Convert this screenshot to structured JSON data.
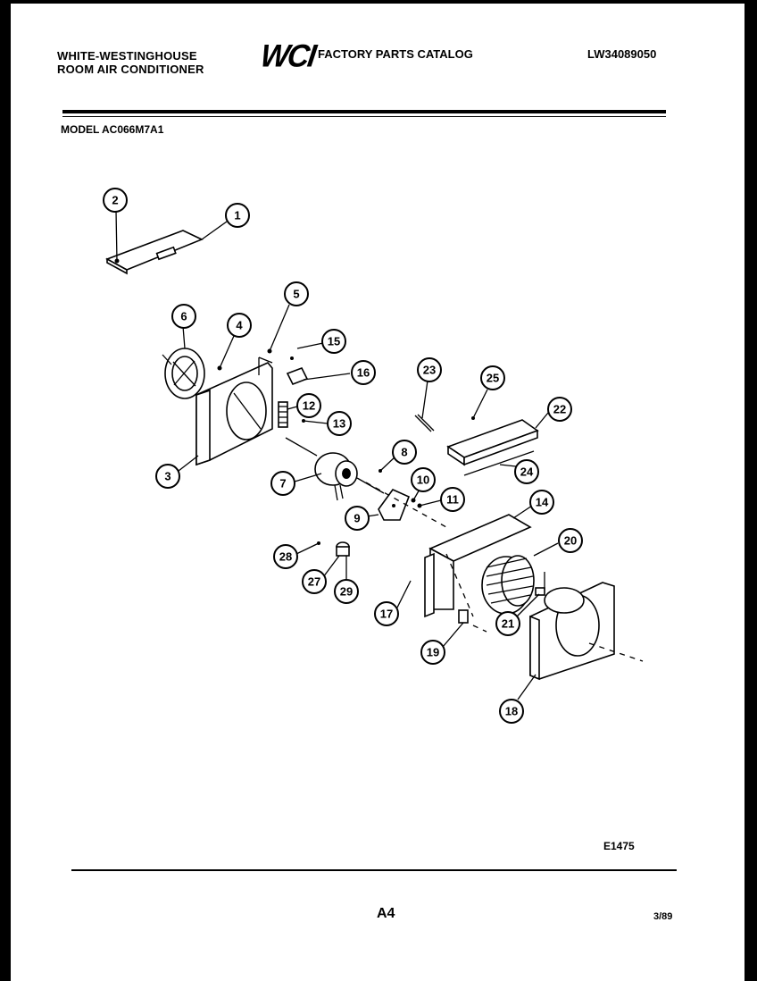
{
  "header": {
    "brand_line1": "WHITE-WESTINGHOUSE",
    "brand_line2": "ROOM AIR CONDITIONER",
    "logo": "WCI",
    "catalog_title": "FACTORY PARTS CATALOG",
    "catalog_number": "LW34089050"
  },
  "model_label": "MODEL AC066M7A1",
  "callouts": [
    "1",
    "2",
    "3",
    "4",
    "5",
    "6",
    "7",
    "8",
    "9",
    "10",
    "11",
    "12",
    "13",
    "14",
    "15",
    "16",
    "17",
    "18",
    "19",
    "20",
    "21",
    "22",
    "23",
    "24",
    "25",
    "27",
    "28",
    "29"
  ],
  "footer": {
    "drawing_code": "E1475",
    "page_label": "A4",
    "date": "3/89"
  }
}
